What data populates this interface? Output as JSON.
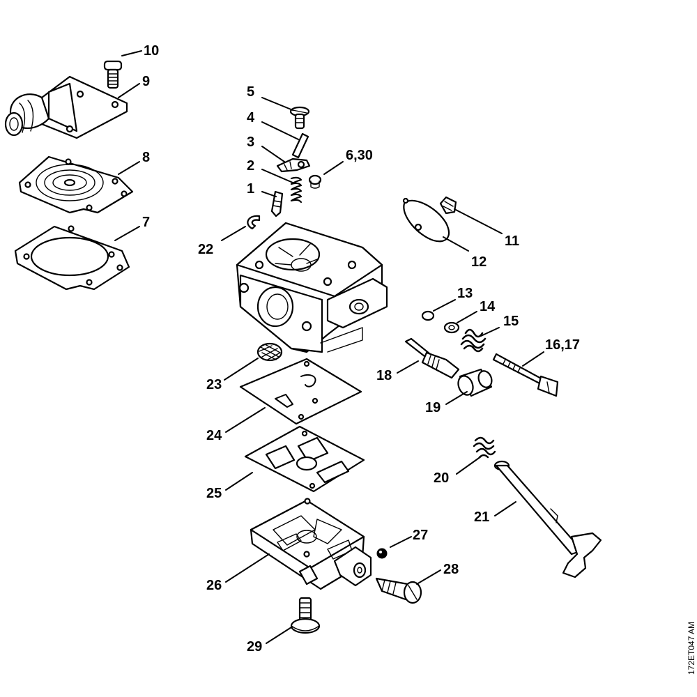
{
  "diagram": {
    "drawing_code": "172ET047 AM",
    "callouts": {
      "c1": "1",
      "c2": "2",
      "c3": "3",
      "c4": "4",
      "c5": "5",
      "c6_30": "6,30",
      "c7": "7",
      "c8": "8",
      "c9": "9",
      "c10": "10",
      "c11": "11",
      "c12": "12",
      "c13": "13",
      "c14": "14",
      "c15": "15",
      "c16_17": "16,17",
      "c18": "18",
      "c19": "19",
      "c20": "20",
      "c21": "21",
      "c22": "22",
      "c23": "23",
      "c24": "24",
      "c25": "25",
      "c26": "26",
      "c27": "27",
      "c28": "28",
      "c29": "29"
    },
    "colors": {
      "line": "#000000",
      "background": "#ffffff"
    }
  }
}
